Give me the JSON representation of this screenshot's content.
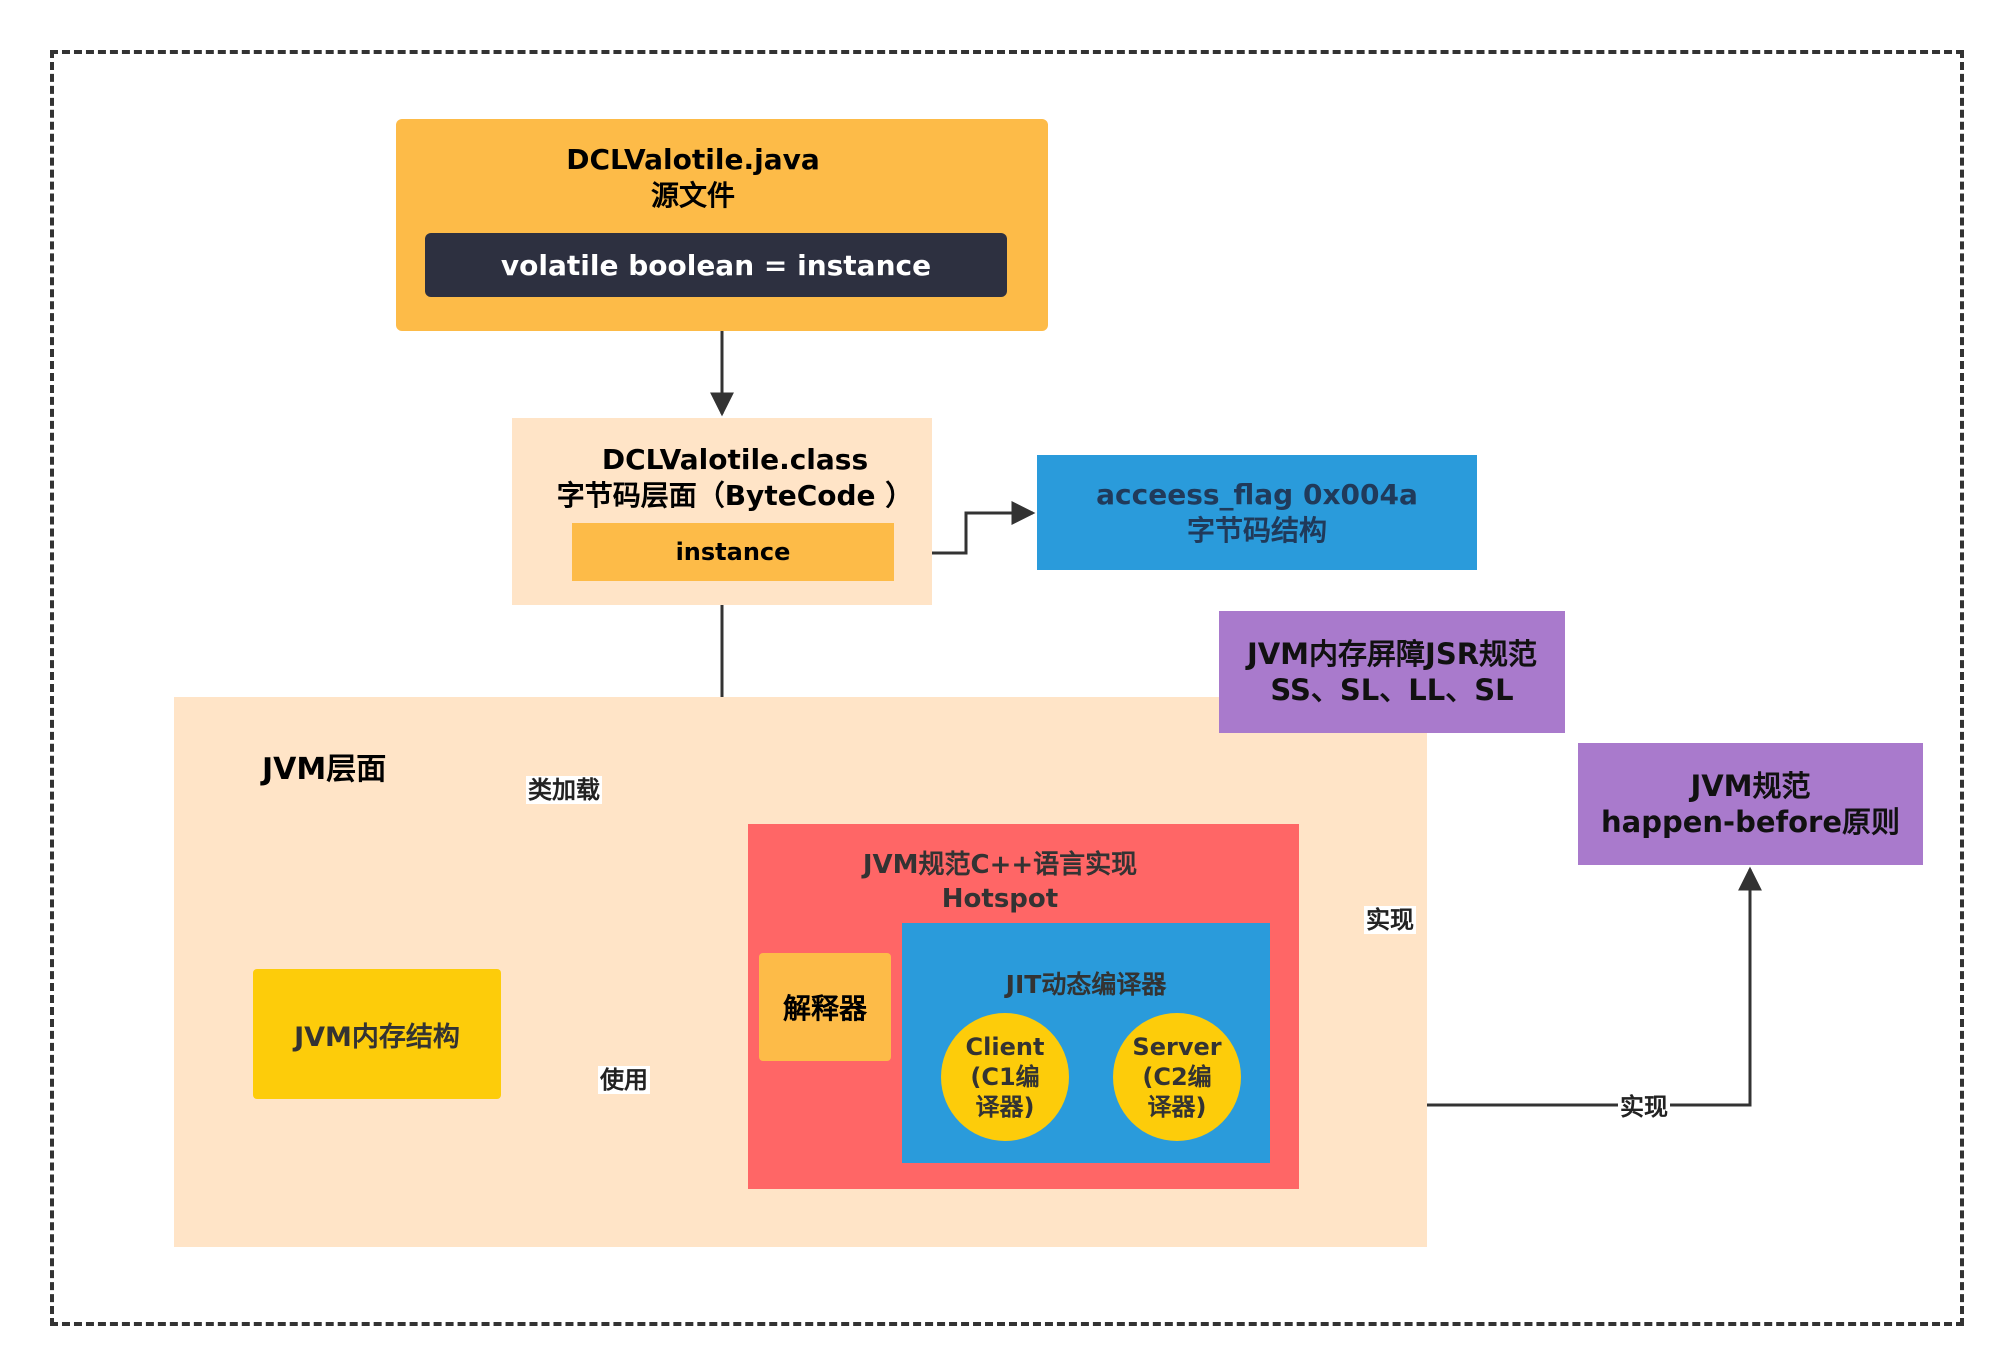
{
  "source_file": {
    "title": "DCLValotile.java",
    "subtitle": "源文件",
    "code": "volatile boolean = instance"
  },
  "class_file": {
    "title": "DCLValotile.class",
    "subtitle": "字节码层面（ByteCode ）",
    "field": "instance"
  },
  "access_flag": {
    "line1": "acceess_flag 0x004a",
    "line2": "字节码结构"
  },
  "jvm_layer": {
    "label": "JVM层面"
  },
  "memory_structure": {
    "label": "JVM内存结构"
  },
  "hotspot": {
    "line1": "JVM规范C++语言实现",
    "line2": "Hotspot",
    "interpreter": "解释器",
    "jit": {
      "title": "JIT动态编译器",
      "client": {
        "line1": "Client",
        "line2": "(C1编",
        "line3": "译器)"
      },
      "server": {
        "line1": "Server",
        "line2": "(C2编",
        "line3": "译器)"
      }
    }
  },
  "jsr_barrier": {
    "line1": "JVM内存屏障JSR规范",
    "line2": "SS、SL、LL、SL"
  },
  "happen_before": {
    "line1": "JVM规范",
    "line2": "happen-before原则"
  },
  "edge_labels": {
    "class_loading": "类加载",
    "use": "使用",
    "implement_1": "实现",
    "implement_2": "实现"
  },
  "colors": {
    "orange": "#FDBB48",
    "dark": "#2D3040",
    "peach": "#FFE4C7",
    "blue": "#2A9BDB",
    "red": "#FF6666",
    "yellow": "#FDCC0A",
    "purple": "#A97ACC"
  }
}
